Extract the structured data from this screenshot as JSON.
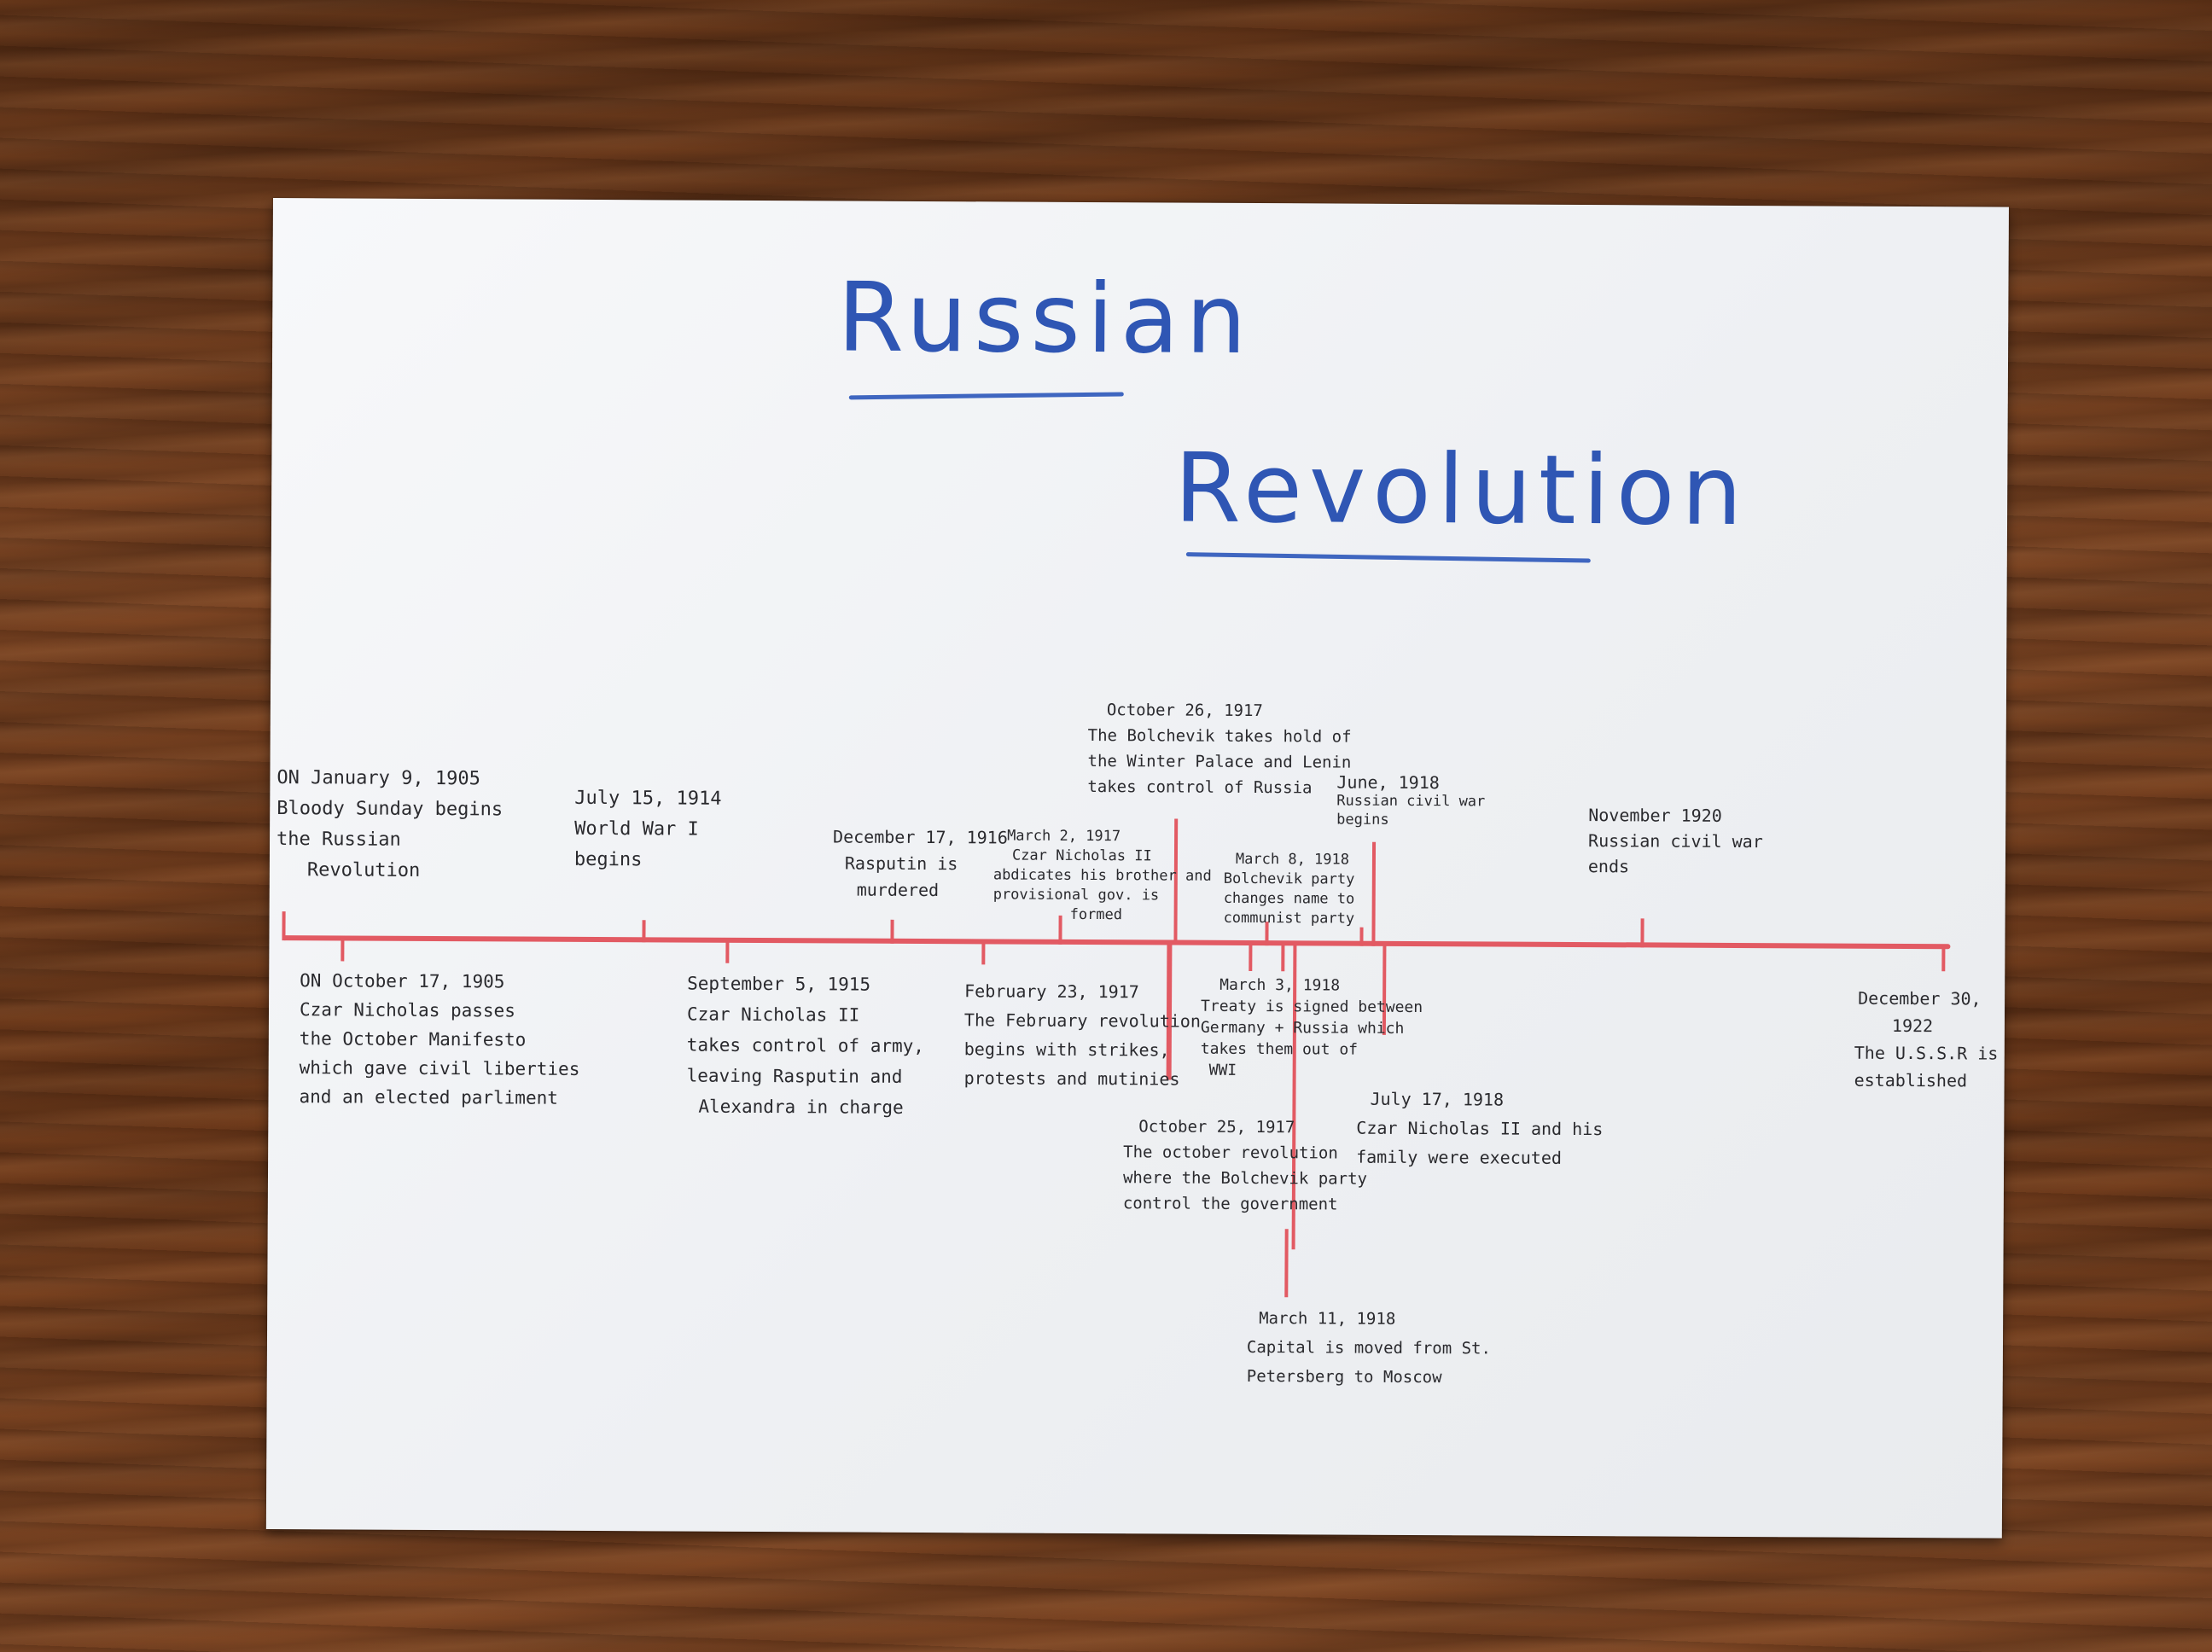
{
  "title": {
    "line1": "Russian",
    "line2": "Revolution"
  },
  "events": [
    {
      "id": "e1",
      "lines": [
        "ON January 9, 1905",
        "Bloody Sunday begins",
        "the Russian",
        "Revolution"
      ]
    },
    {
      "id": "e2",
      "lines": [
        "July 15, 1914",
        "World War I",
        "begins"
      ]
    },
    {
      "id": "e3",
      "lines": [
        "December 17, 1916",
        "Rasputin is",
        "murdered"
      ]
    },
    {
      "id": "e4",
      "lines": [
        "March 2, 1917",
        "Czar Nicholas II",
        "abdicates his brother and",
        "provisional gov. is",
        "formed"
      ]
    },
    {
      "id": "e5",
      "lines": [
        "October 26, 1917",
        "The Bolchevik takes hold of",
        "the Winter Palace and Lenin",
        "takes control of Russia"
      ]
    },
    {
      "id": "e6",
      "lines": [
        "June, 1918",
        "Russian civil war",
        "begins"
      ]
    },
    {
      "id": "e7",
      "lines": [
        "March 8, 1918",
        "Bolchevik party",
        "changes name to",
        "communist party"
      ]
    },
    {
      "id": "e8",
      "lines": [
        "November 1920",
        "Russian civil war",
        "ends"
      ]
    },
    {
      "id": "e9",
      "lines": [
        "ON October 17, 1905",
        "Czar Nicholas passes",
        "the October Manifesto",
        "which gave civil liberties",
        "and an elected parliment"
      ]
    },
    {
      "id": "e10",
      "lines": [
        "September 5, 1915",
        "Czar Nicholas II",
        "takes control of army,",
        "leaving Rasputin and",
        "Alexandra in charge"
      ]
    },
    {
      "id": "e11",
      "lines": [
        "February 23, 1917",
        "The February revolution",
        "begins with strikes,",
        "protests and mutinies"
      ]
    },
    {
      "id": "e12",
      "lines": [
        "March 3, 1918",
        "Treaty is signed between",
        "Germany + Russia which",
        "takes them out of",
        "WWI"
      ]
    },
    {
      "id": "e13",
      "lines": [
        "October 25, 1917",
        "The october revolution",
        "where the Bolchevik party",
        "control the government"
      ]
    },
    {
      "id": "e14",
      "lines": [
        "July 17, 1918",
        "Czar Nicholas II and his",
        "family were executed"
      ]
    },
    {
      "id": "e15",
      "lines": [
        "March 11, 1918",
        "Capital is moved from St.",
        "Petersberg to Moscow"
      ]
    },
    {
      "id": "e16",
      "lines": [
        "December 30,",
        "1922",
        "The U.S.S.R is",
        "established"
      ]
    }
  ],
  "colors": {
    "title_ink": "#2f56b4",
    "timeline_ink": "#e25a63",
    "text_ink": "#2a2a2e"
  }
}
